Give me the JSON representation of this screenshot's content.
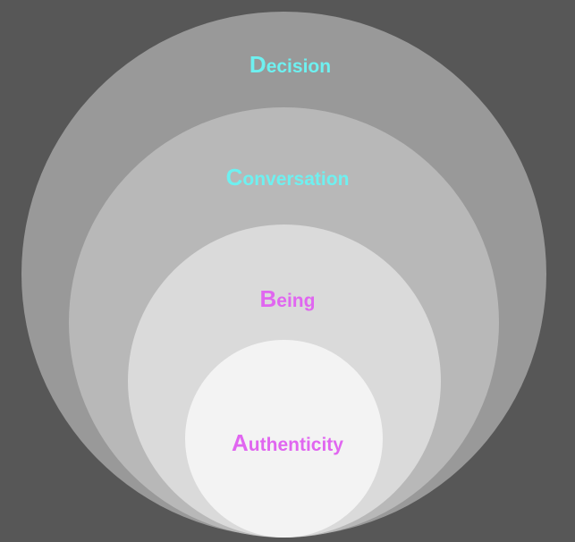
{
  "colors": {
    "background": "#575757",
    "cyan_label": "#6ef0f0",
    "magenta_label": "#e066f0"
  },
  "rings": [
    {
      "first": "D",
      "rest": "ecision"
    },
    {
      "first": "C",
      "rest": "onversation"
    },
    {
      "first": "B",
      "rest": "eing"
    },
    {
      "first": "A",
      "rest": "uthenticity"
    }
  ]
}
